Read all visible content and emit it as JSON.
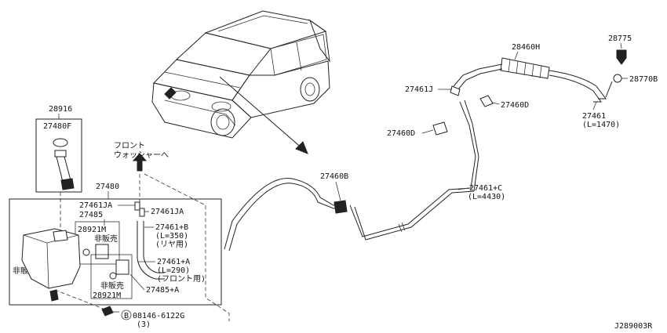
{
  "diagram_code": "J289003R",
  "note_front": {
    "line1": "フロント",
    "line2": "ウォッシャーへ"
  },
  "labels": {
    "p28916": "28916",
    "p27480F": "27480F",
    "p27480": "27480",
    "p27461JA_a": "27461JA",
    "p27485": "27485",
    "p27461JA_b": "27461JA",
    "p28921M_a": "28921M",
    "hanbai_a": "非販売",
    "p27461B": "27461+B",
    "p27461B_len": "(L=350)",
    "p27461B_use": "(リヤ用)",
    "hanbai_left": "非販売",
    "p27461A": "27461+A",
    "p27461A_len": "(L=290)",
    "p27461A_use": "(フロント用)",
    "hanbai_b": "非販売",
    "p28921M_b": "28921M",
    "p27485A": "27485+A",
    "bolt_mark": "B",
    "bolt": "08146-6122G",
    "bolt_qty": "(3)",
    "p28460H": "28460H",
    "p28775": "28775",
    "p28770B": "28770B",
    "p27461J": "27461J",
    "p27460D_a": "27460D",
    "p27460D_b": "27460D",
    "p27461": "27461",
    "p27461_len": "(L=1470)",
    "p27460B": "27460B",
    "p27461C": "27461+C",
    "p27461C_len": "(L=4430)"
  }
}
